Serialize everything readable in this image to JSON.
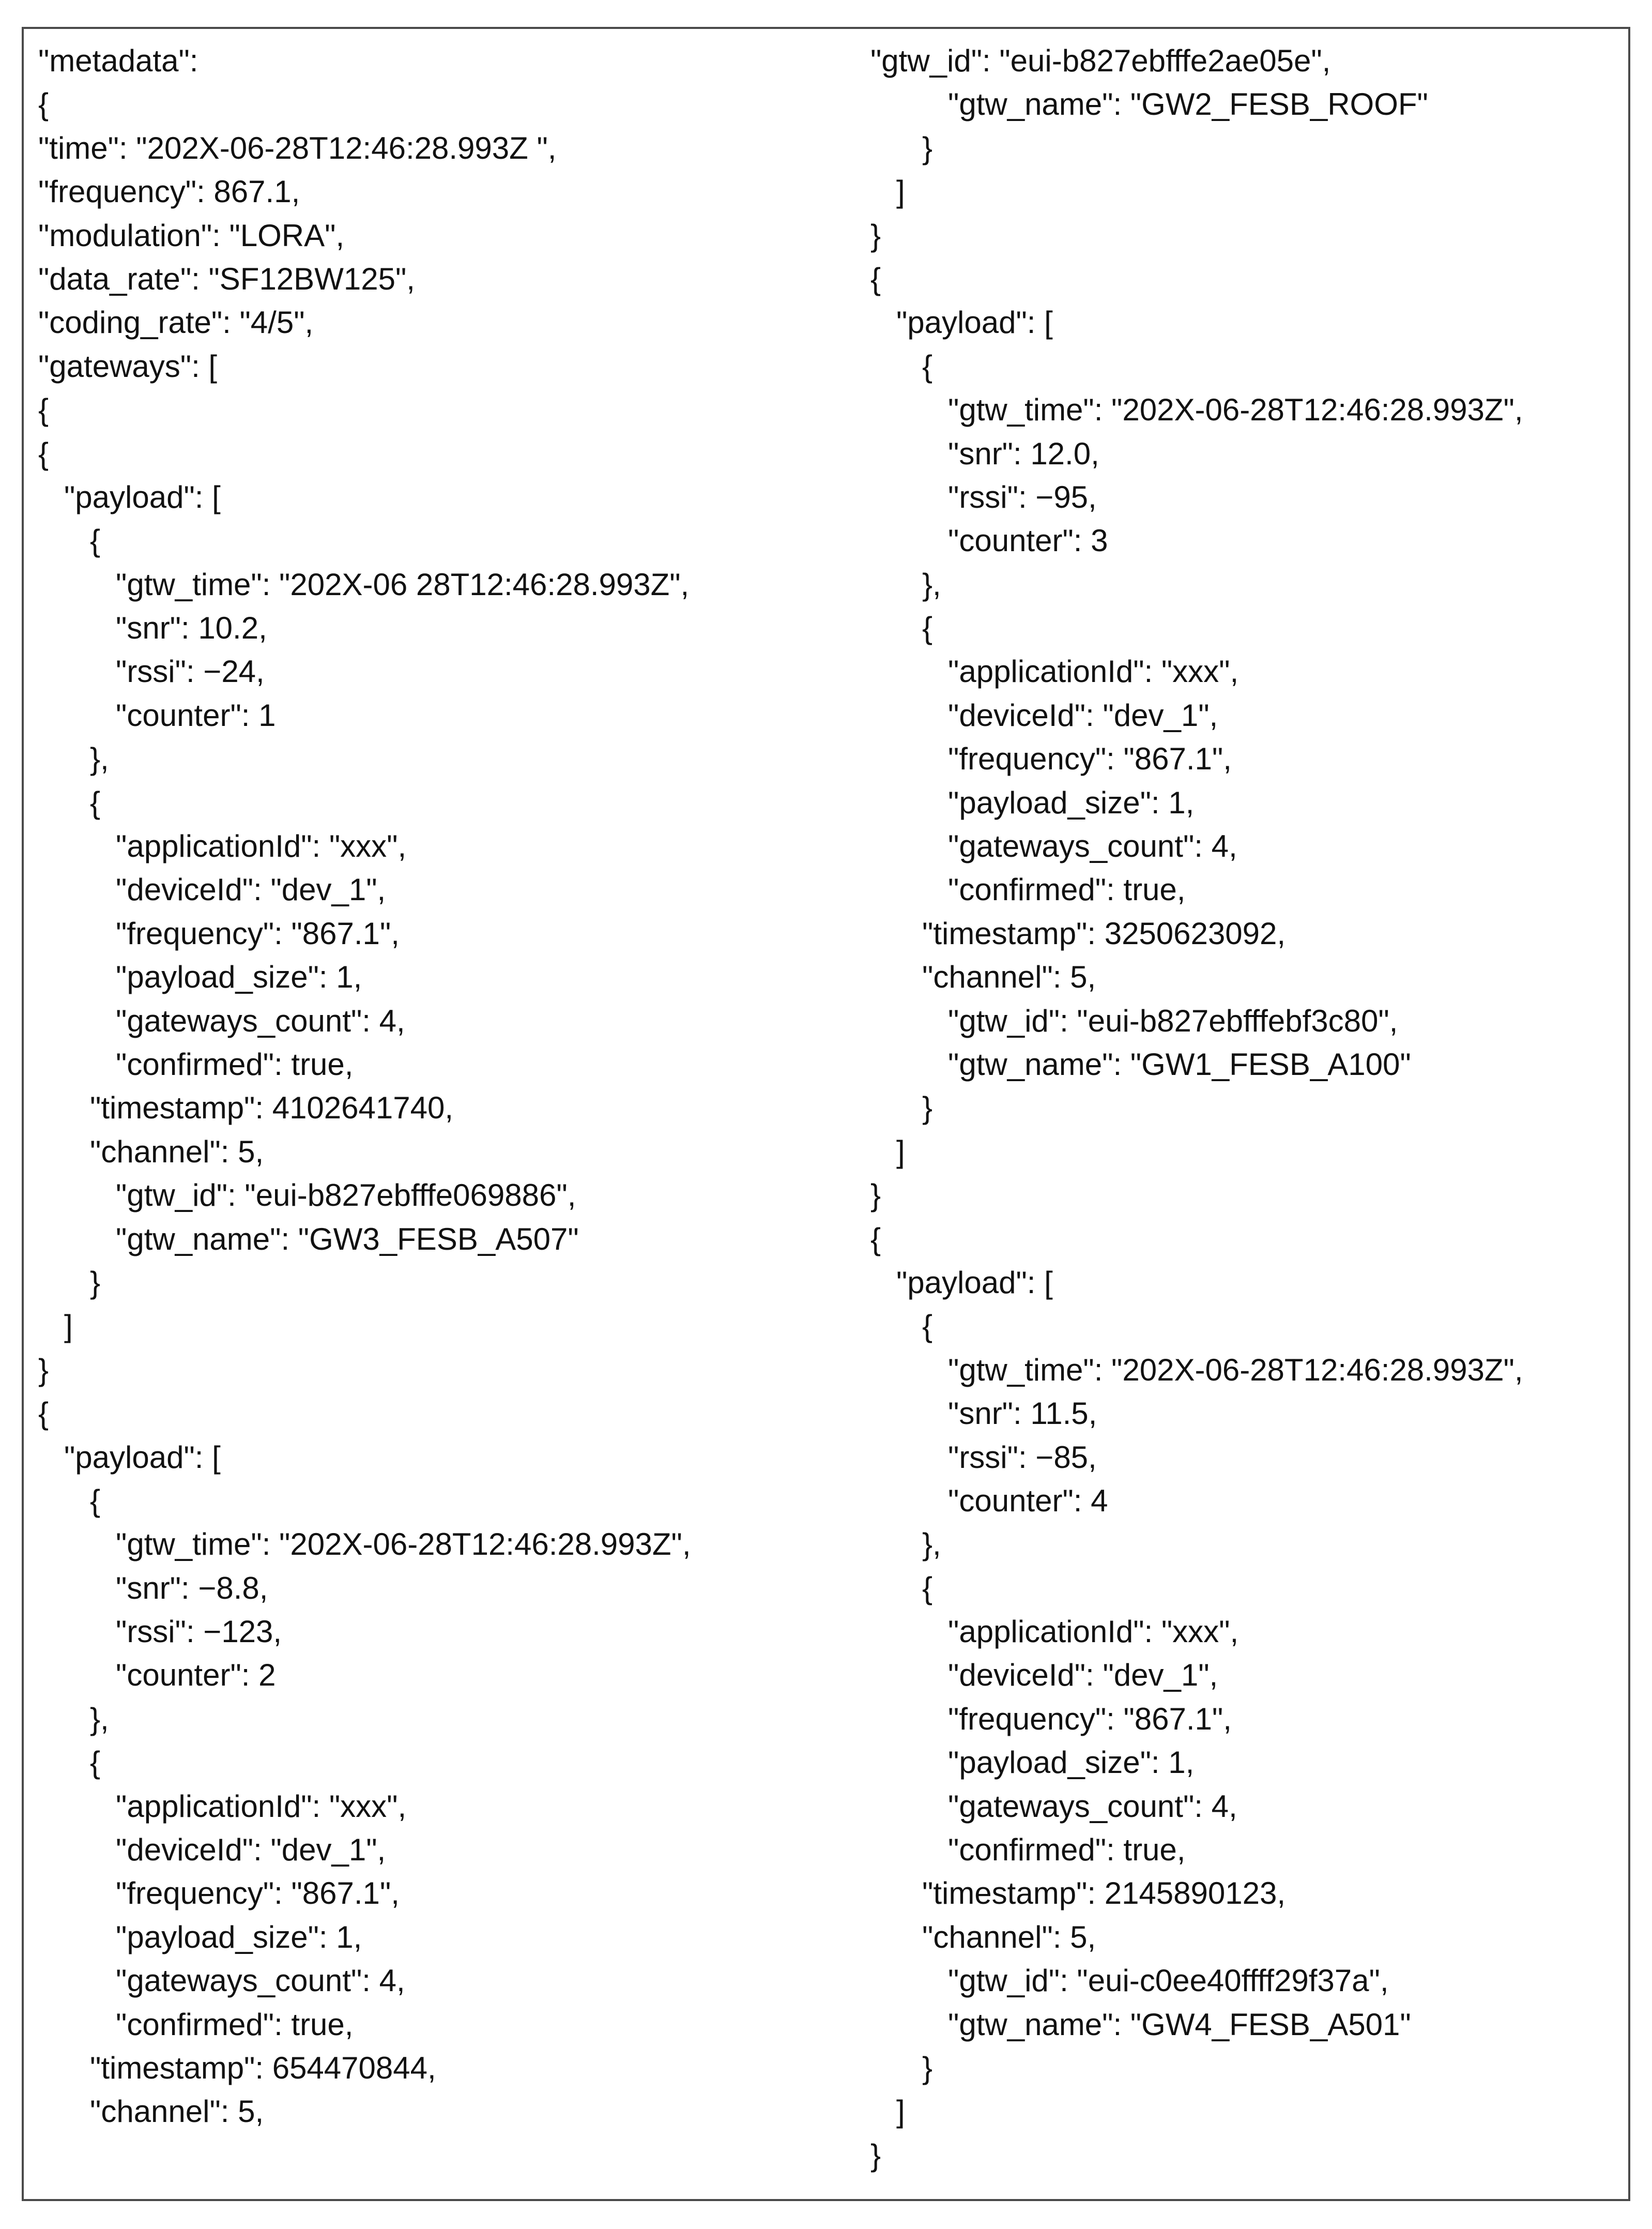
{
  "document": {
    "left_column": [
      "\"metadata\":",
      "{",
      "\"time\": \"202X-06-28T12:46:28.993Z \",",
      "\"frequency\": 867.1,",
      "\"modulation\": \"LORA\",",
      "\"data_rate\": \"SF12BW125\",",
      "\"coding_rate\": \"4/5\",",
      "\"gateways\": [",
      "{",
      "{",
      "   \"payload\": [",
      "      {",
      "         \"gtw_time\": \"202X-06 28T12:46:28.993Z\",",
      "         \"snr\": 10.2,",
      "         \"rssi\": −24,",
      "         \"counter\": 1",
      "      },",
      "      {",
      "         \"applicationId\": \"xxx\",",
      "         \"deviceId\": \"dev_1\",",
      "         \"frequency\": \"867.1\",",
      "         \"payload_size\": 1,",
      "         \"gateways_count\": 4,",
      "         \"confirmed\": true,",
      "      \"timestamp\": 4102641740,",
      "      \"channel\": 5,",
      "         \"gtw_id\": \"eui-b827ebfffe069886\",",
      "         \"gtw_name\": \"GW3_FESB_A507\"",
      "      }",
      "   ]",
      "}",
      "{",
      "   \"payload\": [",
      "      {",
      "         \"gtw_time\": \"202X-06-28T12:46:28.993Z\",",
      "         \"snr\": −8.8,",
      "         \"rssi\": −123,",
      "         \"counter\": 2",
      "      },",
      "      {",
      "         \"applicationId\": \"xxx\",",
      "         \"deviceId\": \"dev_1\",",
      "         \"frequency\": \"867.1\",",
      "         \"payload_size\": 1,",
      "         \"gateways_count\": 4,",
      "         \"confirmed\": true,",
      "      \"timestamp\": 654470844,",
      "      \"channel\": 5,"
    ],
    "right_column": [
      "\"gtw_id\": \"eui-b827ebfffe2ae05e\",",
      "         \"gtw_name\": \"GW2_FESB_ROOF\"",
      "      }",
      "   ]",
      "}",
      "{",
      "   \"payload\": [",
      "      {",
      "         \"gtw_time\": \"202X-06-28T12:46:28.993Z\",",
      "         \"snr\": 12.0,",
      "         \"rssi\": −95,",
      "         \"counter\": 3",
      "      },",
      "      {",
      "         \"applicationId\": \"xxx\",",
      "         \"deviceId\": \"dev_1\",",
      "         \"frequency\": \"867.1\",",
      "         \"payload_size\": 1,",
      "         \"gateways_count\": 4,",
      "         \"confirmed\": true,",
      "      \"timestamp\": 3250623092,",
      "      \"channel\": 5,",
      "         \"gtw_id\": \"eui-b827ebfffebf3c80\",",
      "         \"gtw_name\": \"GW1_FESB_A100\"",
      "      }",
      "   ]",
      "}",
      "{",
      "   \"payload\": [",
      "      {",
      "         \"gtw_time\": \"202X-06-28T12:46:28.993Z\",",
      "         \"snr\": 11.5,",
      "         \"rssi\": −85,",
      "         \"counter\": 4",
      "      },",
      "      {",
      "         \"applicationId\": \"xxx\",",
      "         \"deviceId\": \"dev_1\",",
      "         \"frequency\": \"867.1\",",
      "         \"payload_size\": 1,",
      "         \"gateways_count\": 4,",
      "         \"confirmed\": true,",
      "      \"timestamp\": 2145890123,",
      "      \"channel\": 5,",
      "         \"gtw_id\": \"eui-c0ee40ffff29f37a\",",
      "         \"gtw_name\": \"GW4_FESB_A501\"",
      "      }",
      "   ]",
      "}"
    ]
  }
}
